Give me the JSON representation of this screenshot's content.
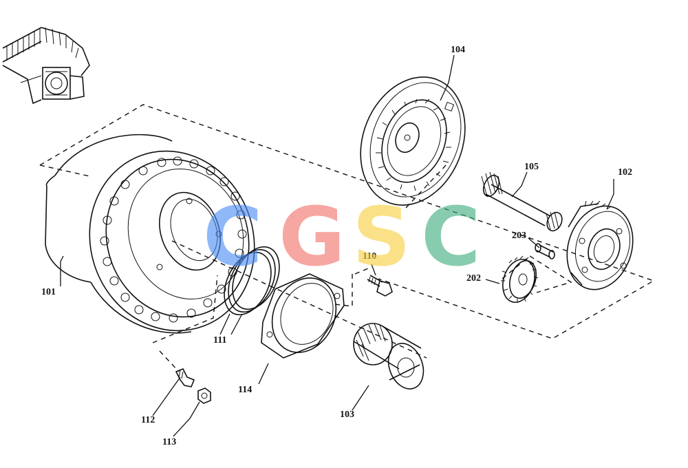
{
  "diagram": {
    "callouts": [
      {
        "id": "101"
      },
      {
        "id": "102"
      },
      {
        "id": "103"
      },
      {
        "id": "104"
      },
      {
        "id": "105"
      },
      {
        "id": "110"
      },
      {
        "id": "111"
      },
      {
        "id": "112"
      },
      {
        "id": "113"
      },
      {
        "id": "114"
      },
      {
        "id": "202"
      },
      {
        "id": "203"
      }
    ]
  },
  "watermark": {
    "letters": [
      "C",
      "G",
      "S",
      "C"
    ],
    "colors": [
      "#4c8df6",
      "#f2726a",
      "#f8cf3e",
      "#3fae7e"
    ]
  }
}
